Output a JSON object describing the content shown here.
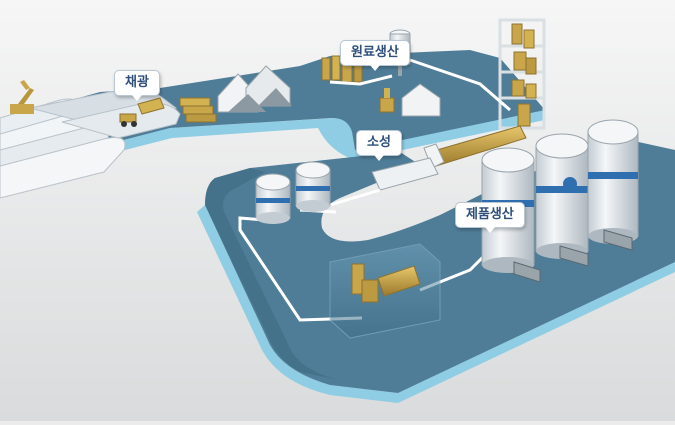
{
  "stages": {
    "mining": "채광",
    "raw_material": "원료생산",
    "firing": "소성",
    "product": "제품생산"
  },
  "colors": {
    "background": "#ececec",
    "platform_top": "#4f7d98",
    "platform_side": "#8ecde4",
    "pipe": "#ffffff",
    "silo": "#dfe5ea",
    "silo_band": "#2f6fb0",
    "machinery": "#c9a64a",
    "label_text": "#2d4f7a"
  }
}
